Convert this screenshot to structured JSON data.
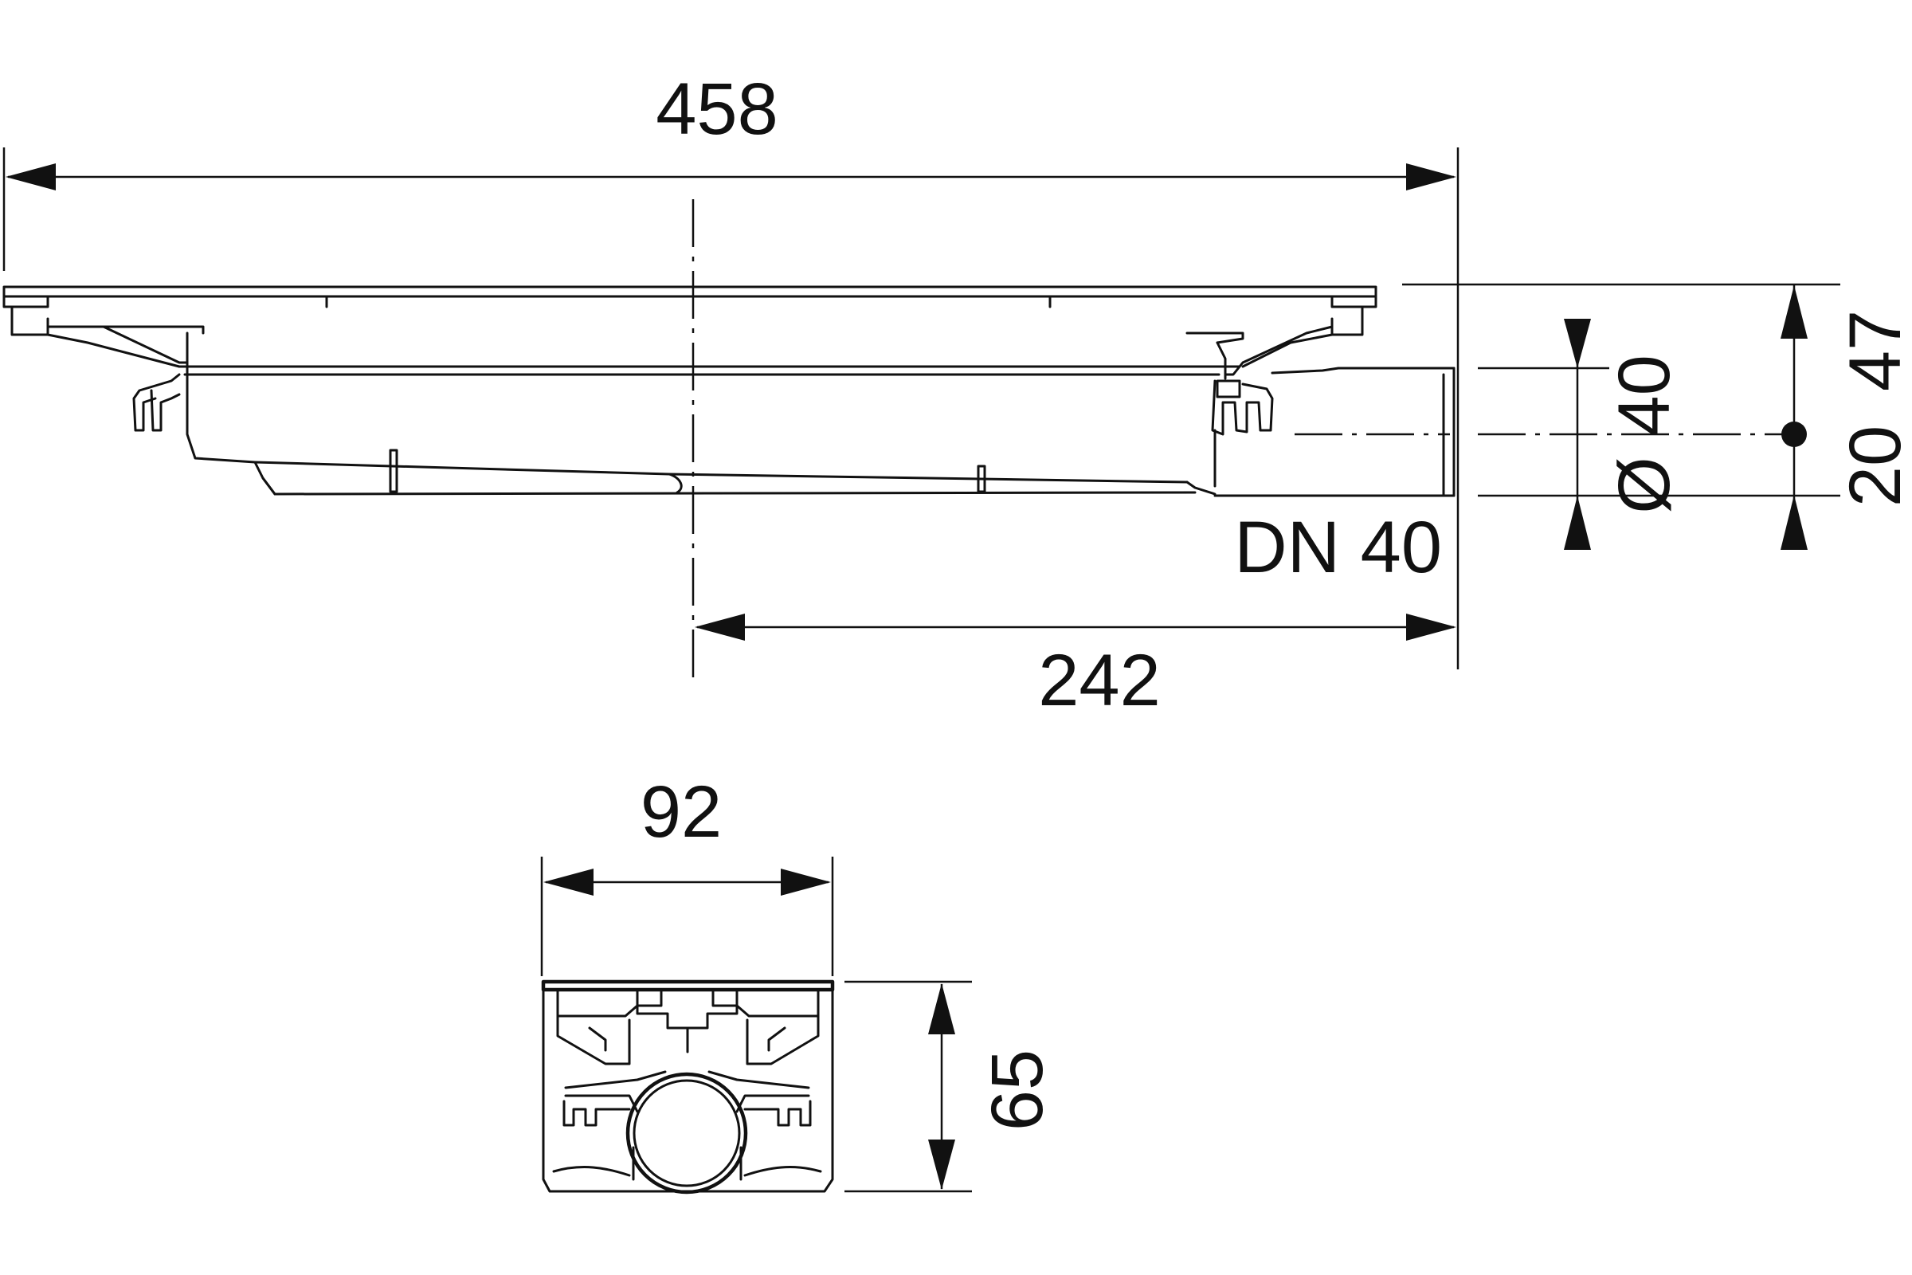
{
  "dimensions": {
    "overall_length": "458",
    "outlet_offset": "242",
    "total_height": "47",
    "outlet_height": "20",
    "outlet_diameter": "Ø 40",
    "outlet_nominal": "DN 40",
    "channel_width": "92",
    "channel_height": "65"
  },
  "colors": {
    "line": "#111111",
    "background": "#ffffff"
  }
}
